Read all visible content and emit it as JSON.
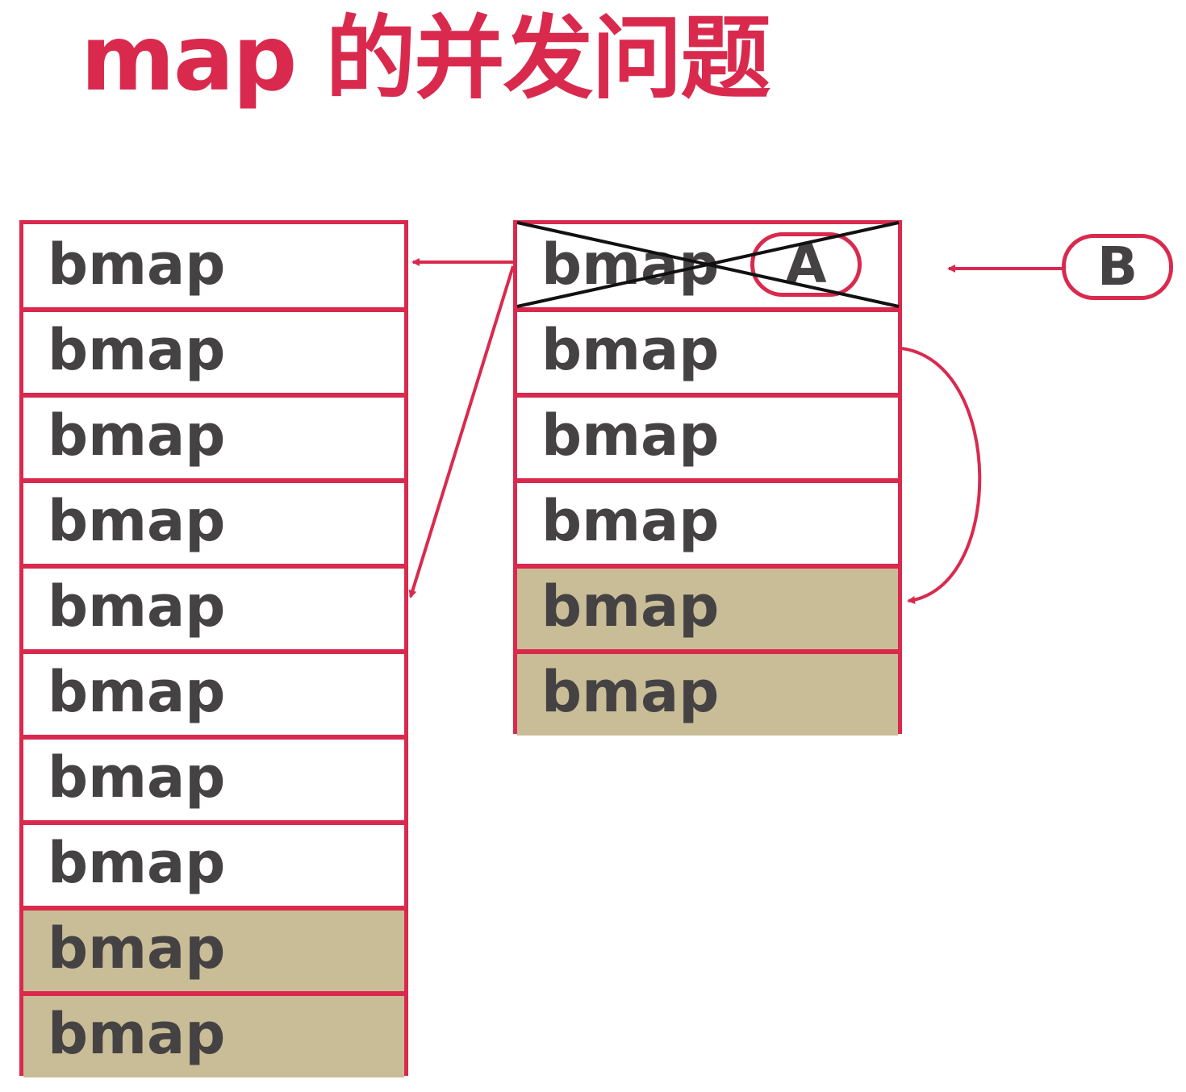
{
  "title": "map 的并发问题",
  "colors": {
    "accent": "#d92a4e",
    "text": "#454243",
    "filled_bucket": "#c9bd97",
    "background": "#ffffff"
  },
  "old_buckets": [
    {
      "label": "bmap",
      "filled": false
    },
    {
      "label": "bmap",
      "filled": false
    },
    {
      "label": "bmap",
      "filled": false
    },
    {
      "label": "bmap",
      "filled": false
    },
    {
      "label": "bmap",
      "filled": false
    },
    {
      "label": "bmap",
      "filled": false
    },
    {
      "label": "bmap",
      "filled": false
    },
    {
      "label": "bmap",
      "filled": false
    },
    {
      "label": "bmap",
      "filled": true
    },
    {
      "label": "bmap",
      "filled": true
    }
  ],
  "new_buckets": [
    {
      "label": "bmap",
      "filled": false,
      "crossed_out": true
    },
    {
      "label": "bmap",
      "filled": false
    },
    {
      "label": "bmap",
      "filled": false
    },
    {
      "label": "bmap",
      "filled": false
    },
    {
      "label": "bmap",
      "filled": true
    },
    {
      "label": "bmap",
      "filled": true
    }
  ],
  "pill_a": "A",
  "pill_b": "B"
}
